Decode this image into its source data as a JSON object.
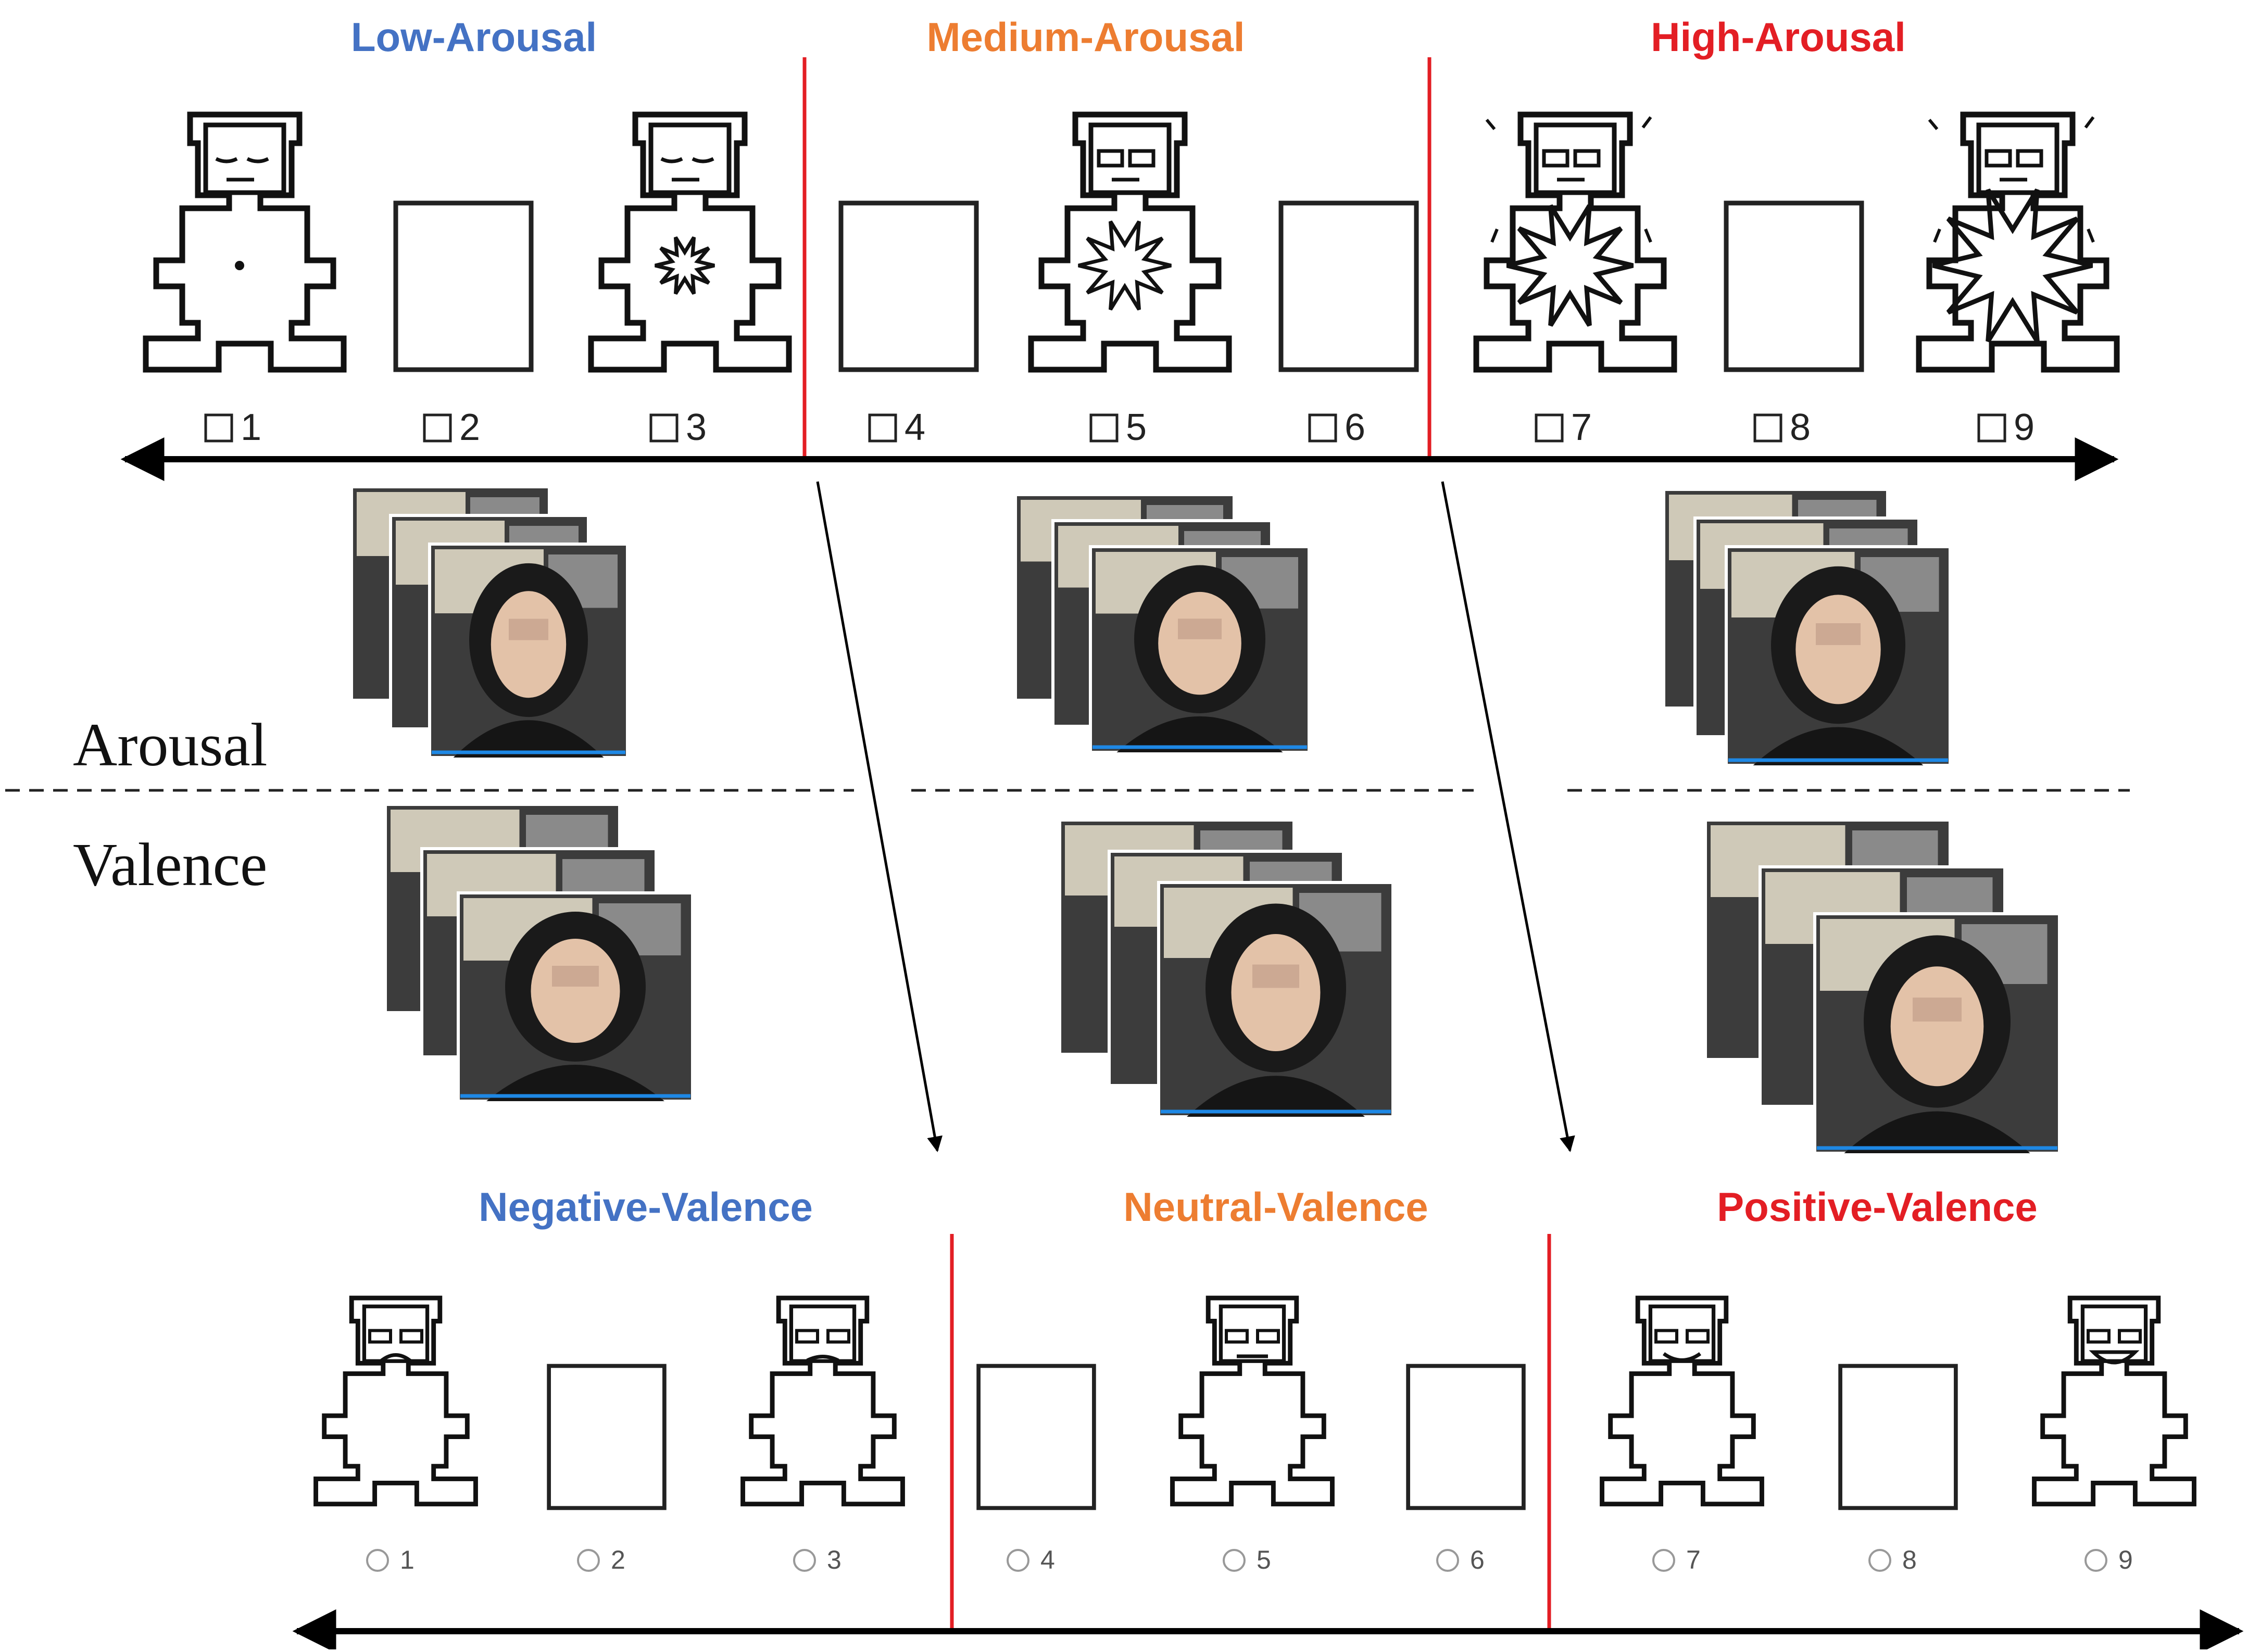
{
  "arousal": {
    "side_label": "Arousal",
    "categories": [
      {
        "label": "Low-Arousal",
        "color": "#4472c4"
      },
      {
        "label": "Medium-Arousal",
        "color": "#ed7d31"
      },
      {
        "label": "High-Arousal",
        "color": "#e31e24"
      }
    ],
    "options": [
      "1",
      "2",
      "3",
      "4",
      "5",
      "6",
      "7",
      "8",
      "9"
    ],
    "sam_figures": [
      "sam-arousal-calm-icon",
      "sam-arousal-low-icon",
      "sam-arousal-medium-icon",
      "sam-arousal-high-icon",
      "sam-arousal-excited-icon"
    ]
  },
  "valence": {
    "side_label": "Valence",
    "categories": [
      {
        "label": "Negative-Valence",
        "color": "#4472c4"
      },
      {
        "label": "Neutral-Valence",
        "color": "#ed7d31"
      },
      {
        "label": "Positive-Valence",
        "color": "#e31e24"
      }
    ],
    "options": [
      "1",
      "2",
      "3",
      "4",
      "5",
      "6",
      "7",
      "8",
      "9"
    ],
    "sam_figures": [
      "sam-valence-sad-icon",
      "sam-valence-unhappy-icon",
      "sam-valence-neutral-icon",
      "sam-valence-pleased-icon",
      "sam-valence-happy-icon"
    ]
  },
  "colors": {
    "divider": "#e31e24",
    "axis": "#000000",
    "low": "#4472c4",
    "medium": "#ed7d31",
    "high": "#e31e24"
  },
  "video_frames": {
    "arousal_examples": [
      "low-arousal-face-frames",
      "medium-arousal-face-frames",
      "high-arousal-face-frames"
    ],
    "valence_examples": [
      "negative-valence-face-frames",
      "neutral-valence-face-frames",
      "positive-valence-face-frames"
    ]
  }
}
